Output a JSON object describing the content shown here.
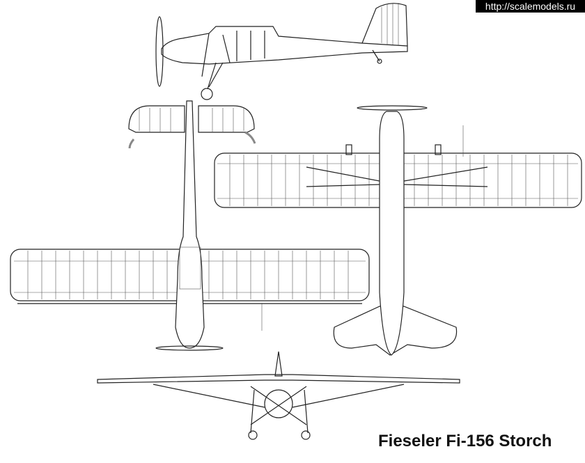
{
  "watermark": "http://scalemodels.ru",
  "title": "Fieseler Fi-156 Storch",
  "views": [
    "side",
    "top",
    "bottom",
    "front"
  ],
  "colors": {
    "line": "#222222",
    "background": "#ffffff",
    "arrow": "#888888",
    "watermark_bg": "#000000"
  }
}
